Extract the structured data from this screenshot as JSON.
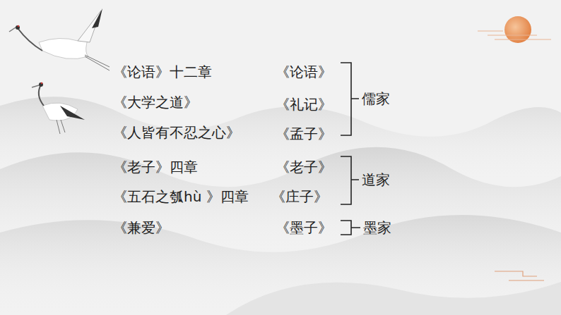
{
  "diagram": {
    "labels": [
      "《论语》十二章",
      "《论语》",
      "《大学之道》",
      "《礼记》",
      "《人皆有不忍之心》",
      "《孟子》",
      "儒家",
      "《老子》四章",
      "《老子》",
      "《五石之瓠hù 》四章",
      "《庄子》",
      "道家",
      "《兼爱》",
      "《墨子》",
      "墨家"
    ]
  }
}
